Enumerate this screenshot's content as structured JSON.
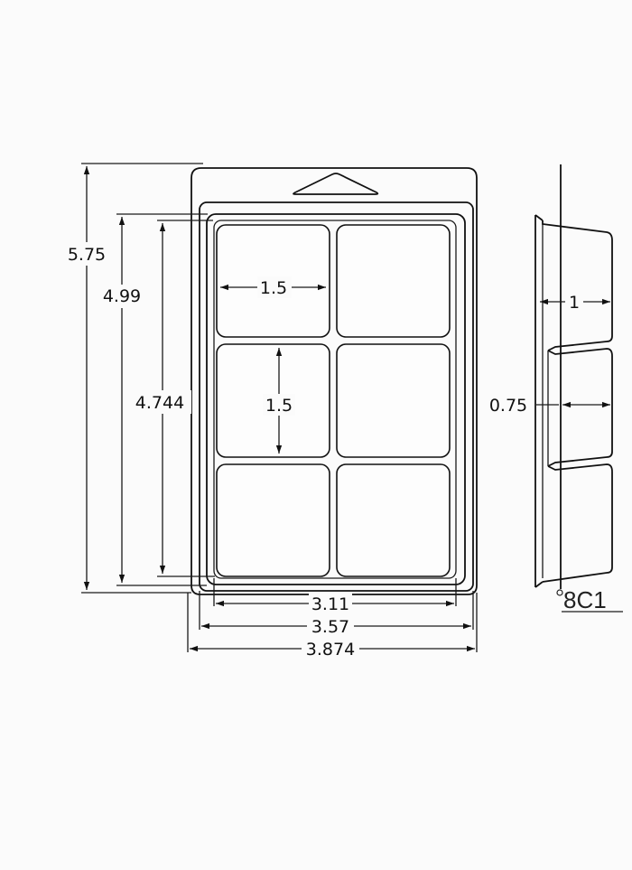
{
  "drawing": {
    "dimensions": {
      "overall_height": "5.75",
      "flange_height": "4.99",
      "cavity_area_height": "4.744",
      "cavity_width": "1.5",
      "cavity_height": "1.5",
      "cavity_span_width": "3.11",
      "flange_width": "3.57",
      "overall_width": "3.874",
      "side_depth": "1",
      "side_lower_depth": "0.75"
    },
    "part_code": "8C1"
  }
}
